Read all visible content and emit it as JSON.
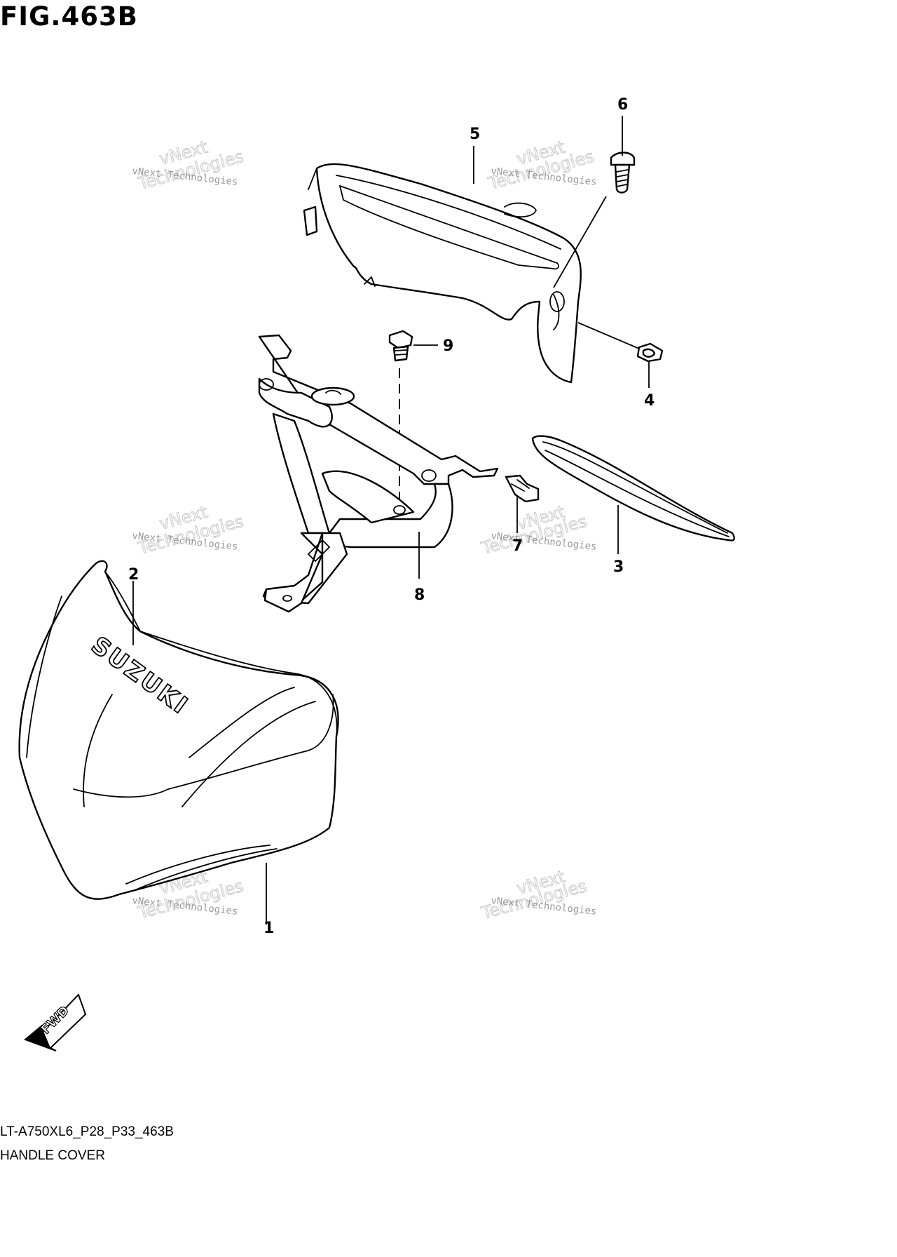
{
  "figure": {
    "title": "FIG.463B",
    "model_code": "LT-A750XL6_P28_P33_463B",
    "section_name": "HANDLE COVER"
  },
  "callouts": [
    {
      "id": "1",
      "label": "1",
      "part": "front-handle-cover"
    },
    {
      "id": "2",
      "label": "2",
      "part": "front-handle-cover-emblem"
    },
    {
      "id": "3",
      "label": "3",
      "part": "meter-lens"
    },
    {
      "id": "4",
      "label": "4",
      "part": "grommet-nut"
    },
    {
      "id": "5",
      "label": "5",
      "part": "rear-handle-cover"
    },
    {
      "id": "6",
      "label": "6",
      "part": "screw"
    },
    {
      "id": "7",
      "label": "7",
      "part": "clip"
    },
    {
      "id": "8",
      "label": "8",
      "part": "cover-bracket"
    },
    {
      "id": "9",
      "label": "9",
      "part": "bolt"
    }
  ],
  "emblem_text": "SUZUKI",
  "fwd_label": "FWD",
  "watermark": {
    "line1": "vNext Technologies",
    "line2": "vNext",
    "line3": "Technologies"
  }
}
